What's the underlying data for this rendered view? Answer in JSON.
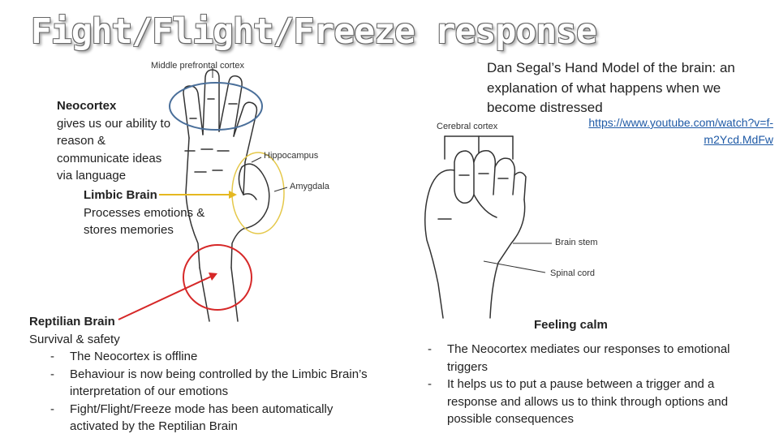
{
  "title": "Fight/Flight/Freeze response",
  "subtitle": "Dan Segal’s Hand Model of the brain: an explanation of what happens when we become distressed",
  "video_link": "https://www.youtube.com/watch?v=f-m2Ycd.MdFw",
  "left_diagram": {
    "middle_prefrontal_cortex": "Middle prefrontal cortex",
    "hippocampus": "Hippocampus",
    "amygdala": "Amygdala",
    "neocortex_title": "Neocortex",
    "neocortex_desc": "gives us our ability to reason & communicate ideas via language",
    "limbic_title": "Limbic Brain",
    "limbic_desc": "Processes emotions & stores memories",
    "reptilian_title": "Reptilian Brain",
    "reptilian_desc": "Survival & safety",
    "bullets": [
      "The Neocortex is offline",
      "Behaviour is now being controlled by the Limbic Brain’s interpretation of our emotions",
      "Fight/Flight/Freeze mode has been automatically activated by the Reptilian Brain"
    ]
  },
  "right_diagram": {
    "cerebral_cortex": "Cerebral cortex",
    "brain_stem": "Brain stem",
    "spinal_cord": "Spinal cord",
    "caption": "Feeling calm",
    "bullets": [
      "The Neocortex mediates our responses to emotional triggers",
      "It helps us to put a pause between a trigger and a response and allows us to think through options and possible consequences"
    ]
  },
  "colors": {
    "blue_circle": "#4a6f9a",
    "yellow_circle": "#e5c84a",
    "red_circle": "#d62828",
    "link": "#1f5aa6"
  }
}
